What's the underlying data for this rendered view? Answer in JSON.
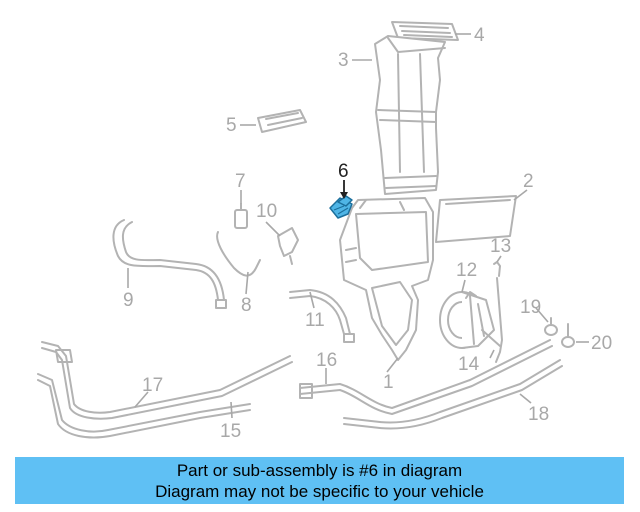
{
  "diagram": {
    "highlighted_part": "6",
    "callouts": [
      "1",
      "2",
      "3",
      "4",
      "5",
      "6",
      "7",
      "8",
      "9",
      "10",
      "11",
      "12",
      "13",
      "14",
      "15",
      "16",
      "17",
      "18",
      "19",
      "20"
    ]
  },
  "colors": {
    "banner_background": "#5fc0f4",
    "highlight_fill": "#4fb5e6",
    "part_stroke": "#b3b3b3"
  },
  "banner": {
    "line1": "Part or sub-assembly is #6 in diagram",
    "line2": "Diagram may not be specific to your vehicle"
  }
}
